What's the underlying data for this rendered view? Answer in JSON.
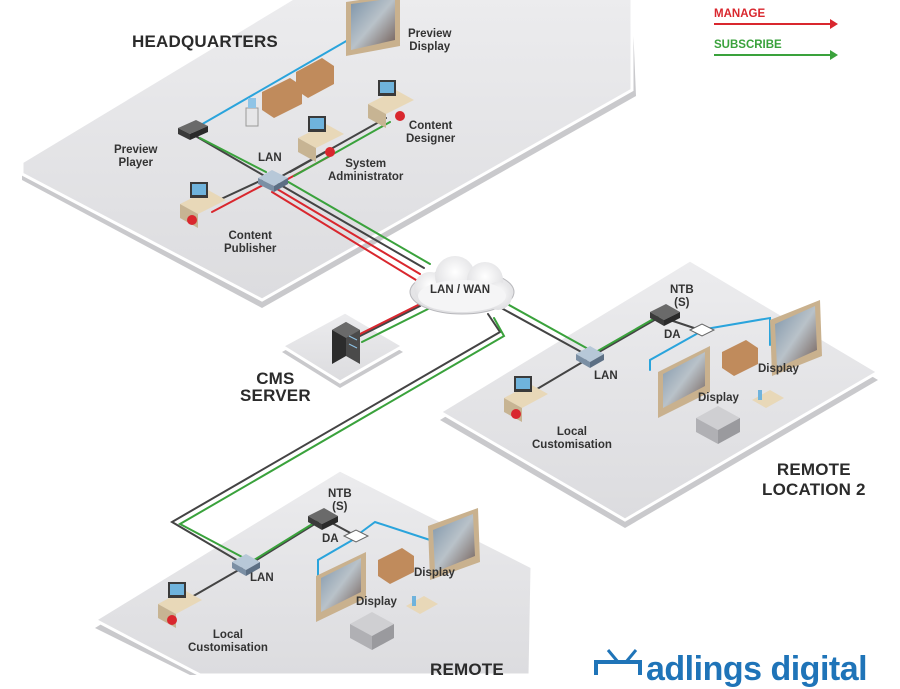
{
  "legend": {
    "manage": {
      "label": "MANAGE",
      "color": "#d9272e"
    },
    "subscribe": {
      "label": "SUBSCRIBE",
      "color": "#3aa23c"
    }
  },
  "zones": {
    "headquarters": {
      "title": "HEADQUARTERS",
      "labels": {
        "preview_display": [
          "Preview",
          "Display"
        ],
        "preview_player": [
          "Preview",
          "Player"
        ],
        "content_designer": [
          "Content",
          "Designer"
        ],
        "system_administrator": [
          "System",
          "Administrator"
        ],
        "content_publisher": [
          "Content",
          "Publisher"
        ],
        "lan": "LAN"
      }
    },
    "cms_server": {
      "title": [
        "CMS",
        "SERVER"
      ]
    },
    "cloud": {
      "label": "LAN / WAN"
    },
    "remote_location_2": {
      "title": [
        "REMOTE",
        "LOCATION 2"
      ],
      "labels": {
        "ntb": [
          "NTB",
          "(S)"
        ],
        "da": "DA",
        "lan": "LAN",
        "display_a": "Display",
        "display_b": "Display",
        "local_customisation": [
          "Local",
          "Customisation"
        ]
      }
    },
    "remote_location_1": {
      "title_partial": "REMOTE",
      "labels": {
        "ntb": [
          "NTB",
          "(S)"
        ],
        "da": "DA",
        "lan": "LAN",
        "display_a": "Display",
        "display_b": "Display",
        "local_customisation": [
          "Local",
          "Customisation"
        ]
      }
    }
  },
  "logo": {
    "text_partial": "adlings digital",
    "icon": "tv-icon",
    "color": "#1f74b8"
  },
  "colors": {
    "floor": "#e4e4e6",
    "floor_edge": "#c8c8cb",
    "blue_link": "#2aa4dc",
    "dark_link": "#444444"
  }
}
